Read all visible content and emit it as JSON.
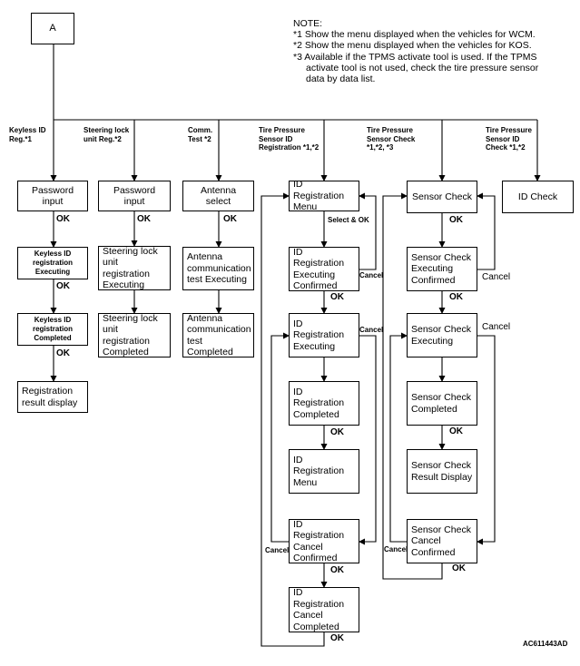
{
  "start_box": "A",
  "note": {
    "title": "NOTE:",
    "line1": "*1 Show the menu displayed when the vehicles for WCM.",
    "line2": "*2 Show the menu displayed when the vehicles for KOS.",
    "line3a": "*3 Available if the TPMS activate tool is used. If the TPMS",
    "line3b": "activate tool is not used, check the tire pressure sensor",
    "line3c": "data by data list."
  },
  "headers": {
    "keyless": [
      "Keyless ID",
      "Reg.*1"
    ],
    "steering": [
      "Steering lock",
      "unit Reg.*2"
    ],
    "comm": [
      "Comm.",
      "Test *2"
    ],
    "tpms_reg": [
      "Tire Pressure",
      "Sensor ID",
      "Registration *1,*2"
    ],
    "tpms_check": [
      "Tire Pressure",
      "Sensor Check",
      "*1,*2, *3"
    ],
    "tpms_id": [
      "Tire Pressure",
      "Sensor ID",
      "Check *1,*2"
    ]
  },
  "boxes": {
    "k1": [
      "Password input"
    ],
    "k2": [
      "Keyless ID",
      "registration",
      "Executing"
    ],
    "k3": [
      "Keyless ID",
      "registration",
      "Completed"
    ],
    "k4": [
      "Registration",
      "result display"
    ],
    "s1": [
      "Password input"
    ],
    "s2": [
      "Steering lock",
      "unit registration",
      "Executing"
    ],
    "s3": [
      "Steering lock",
      "unit registration",
      "Completed"
    ],
    "c1": [
      "Antenna select"
    ],
    "c2": [
      "Antenna",
      "communication",
      "test Executing"
    ],
    "c3": [
      "Antenna",
      "communication",
      "test Completed"
    ],
    "r1": [
      "ID Registration",
      "Menu"
    ],
    "r2": [
      "ID Registration",
      "Executing",
      "Confirmed"
    ],
    "r3": [
      "ID Registration",
      "Executing"
    ],
    "r4": [
      "ID Registration",
      "Completed"
    ],
    "r5": [
      "ID Registration",
      "Menu"
    ],
    "r6": [
      "ID Registration",
      "Cancel",
      "Confirmed"
    ],
    "r7": [
      "ID Registration",
      "Cancel",
      "Completed"
    ],
    "t1": [
      "Sensor Check"
    ],
    "t2": [
      "Sensor Check",
      "Executing",
      "Confirmed"
    ],
    "t3": [
      "Sensor Check",
      "Executing"
    ],
    "t4": [
      "Sensor Check",
      "Completed"
    ],
    "t5": [
      "Sensor Check",
      "Result Display"
    ],
    "t6": [
      "Sensor Check",
      "Cancel",
      "Confirmed"
    ],
    "i1": [
      "ID Check"
    ]
  },
  "labels": {
    "ok": "OK",
    "select_ok": "Select & OK",
    "cancel": "Cancel"
  },
  "figure_id": "AC611443AD"
}
